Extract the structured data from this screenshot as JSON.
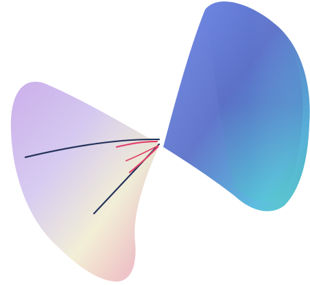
{
  "scene": {
    "shapes": [
      {
        "name": "left-cone-nappe",
        "colors": [
          "#c6a7e8",
          "#d4c8f0",
          "#f2efd6",
          "#f0c7c7",
          "#f4b2cf"
        ]
      },
      {
        "name": "right-cone-nappe",
        "colors": [
          "#6f88ea",
          "#5d73c9",
          "#4fd2c1",
          "#5cbde0"
        ]
      },
      {
        "name": "dark-curves",
        "color": "#24325a"
      },
      {
        "name": "red-curves",
        "color": "#e0416a"
      }
    ]
  }
}
